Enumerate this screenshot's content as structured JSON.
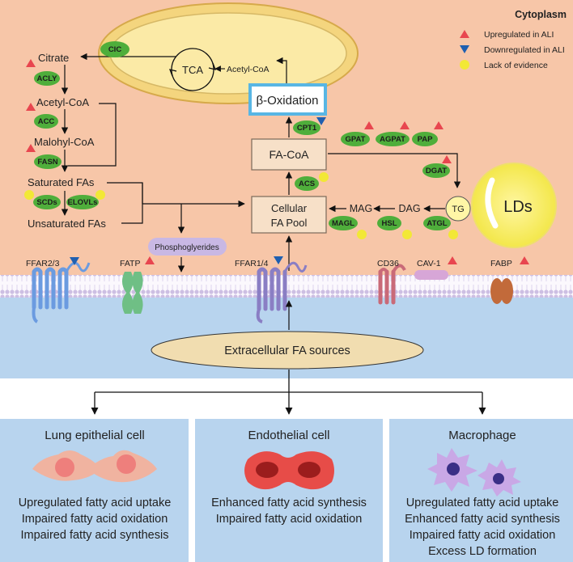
{
  "region": {
    "cytoplasm": "Cytoplasm"
  },
  "legend": {
    "up": "Upregulated in ALI",
    "down": "Downregulated in ALI",
    "lack": "Lack of evidence"
  },
  "mito": {
    "tca": "TCA",
    "acetyl_coa": "Acetyl-CoA",
    "cic": "CIC"
  },
  "beta_ox": "β-Oxidation",
  "left_pathway": {
    "citrate": "Citrate",
    "acetyl_coa": "Acetyl-CoA",
    "malonyl_coa": "Malohyl-CoA",
    "saturated": "Saturated FAs",
    "unsaturated": "Unsaturated FAs"
  },
  "enzymes": {
    "acly": "ACLY",
    "acc": "ACC",
    "fasn": "FASN",
    "scds": "SCDs",
    "elovls": "ELOVLs",
    "cpt1": "CPT1",
    "acs": "ACS",
    "gpat": "GPAT",
    "agpat": "AGPAT",
    "pap": "PAP",
    "dgat": "DGAT",
    "magl": "MAGL",
    "hsl": "HSL",
    "atgl": "ATGL"
  },
  "center": {
    "fa_coa": "FA-CoA",
    "pool_line1": "Cellular",
    "pool_line2": "FA Pool"
  },
  "lipolysis": {
    "mag": "MAG",
    "dag": "DAG",
    "tg": "TG",
    "lds": "LDs"
  },
  "phospho": "Phosphoglyerides",
  "membrane": {
    "ffar23": "FFAR2/3",
    "fatp": "FATP",
    "ffar14": "FFAR1/4",
    "cd36": "CD36",
    "cav1": "CAV-1",
    "fabp": "FABP"
  },
  "extracellular": "Extracellular FA sources",
  "panels": [
    {
      "title": "Lung  epithelial cell",
      "lines": [
        "Upregulated fatty acid uptake",
        "Impaired fatty acid oxidation",
        "Impaired fatty acid synthesis"
      ]
    },
    {
      "title": "Endothelial cell",
      "lines": [
        "Enhanced fatty acid synthesis",
        "Impaired fatty acid oxidation"
      ]
    },
    {
      "title": "Macrophage",
      "lines": [
        "Upregulated fatty acid uptake",
        "Enhanced fatty acid synthesis",
        "Impaired fatty acid oxidation",
        "Excess LD formation"
      ]
    }
  ],
  "colors": {
    "cytoplasm": "#f7c6a8",
    "extracellular": "#b8d4ee",
    "enzyme": "#4fae3b",
    "up_marker": "#e8464f",
    "down_marker": "#1f5fb0",
    "lack_marker": "#f2e836",
    "mito_outer": "#f4d57e",
    "beta_border": "#58b6e4",
    "panel_bg": "#b8d4ee"
  }
}
